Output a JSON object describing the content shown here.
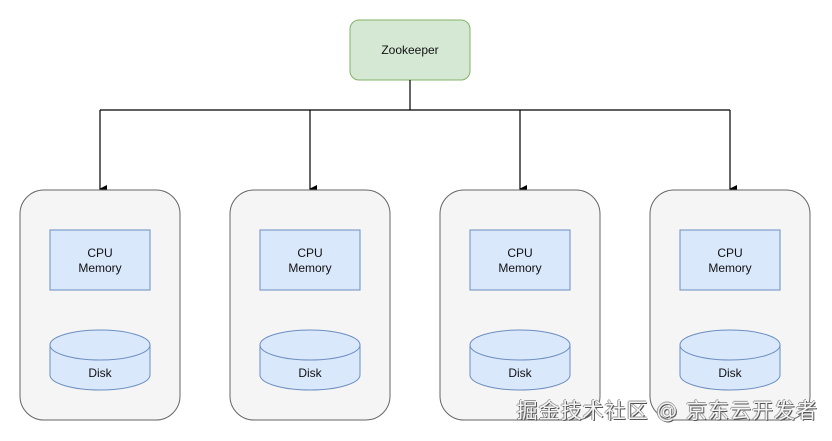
{
  "diagram": {
    "root": {
      "label": "Zookeeper",
      "fill": "#d5e8d4",
      "stroke": "#82b366"
    },
    "nodes": [
      {
        "compute_label_line1": "CPU",
        "compute_label_line2": "Memory",
        "disk_label": "Disk"
      },
      {
        "compute_label_line1": "CPU",
        "compute_label_line2": "Memory",
        "disk_label": "Disk"
      },
      {
        "compute_label_line1": "CPU",
        "compute_label_line2": "Memory",
        "disk_label": "Disk"
      },
      {
        "compute_label_line1": "CPU",
        "compute_label_line2": "Memory",
        "disk_label": "Disk"
      }
    ],
    "colors": {
      "node_fill": "#f5f5f5",
      "node_stroke": "#666666",
      "component_fill": "#dae8fc",
      "component_stroke": "#6c8ebf",
      "edge": "#000000"
    }
  },
  "watermark": "掘金技术社区 @ 京东云开发者"
}
